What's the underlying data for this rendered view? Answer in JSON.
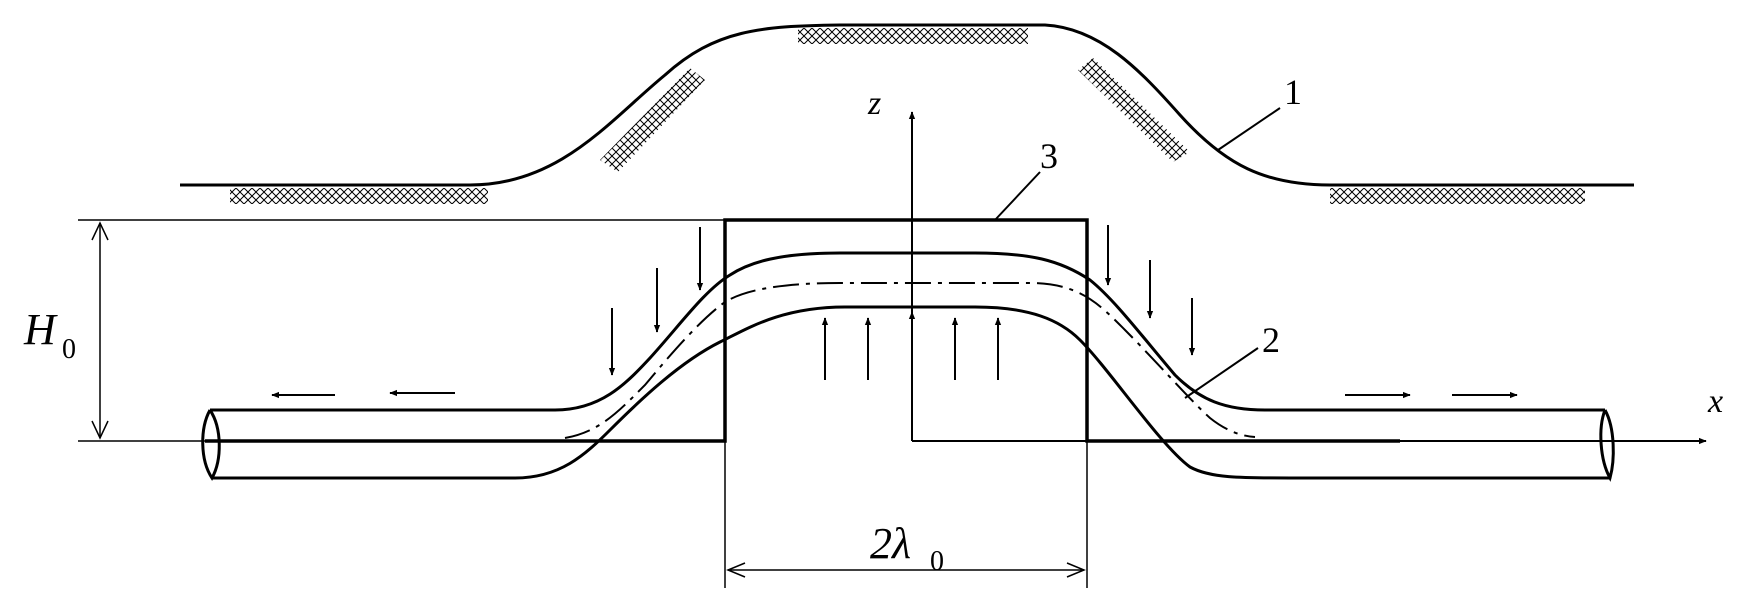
{
  "labels": {
    "axis_z": "z",
    "axis_x": "x",
    "height_main": "H",
    "height_sub": "0",
    "span_main": "2λ",
    "span_sub": "0",
    "callout_1": "1",
    "callout_2": "2",
    "callout_3": "3"
  },
  "colors": {
    "stroke": "#000000",
    "hatch": "#000000",
    "background": "#ffffff"
  }
}
